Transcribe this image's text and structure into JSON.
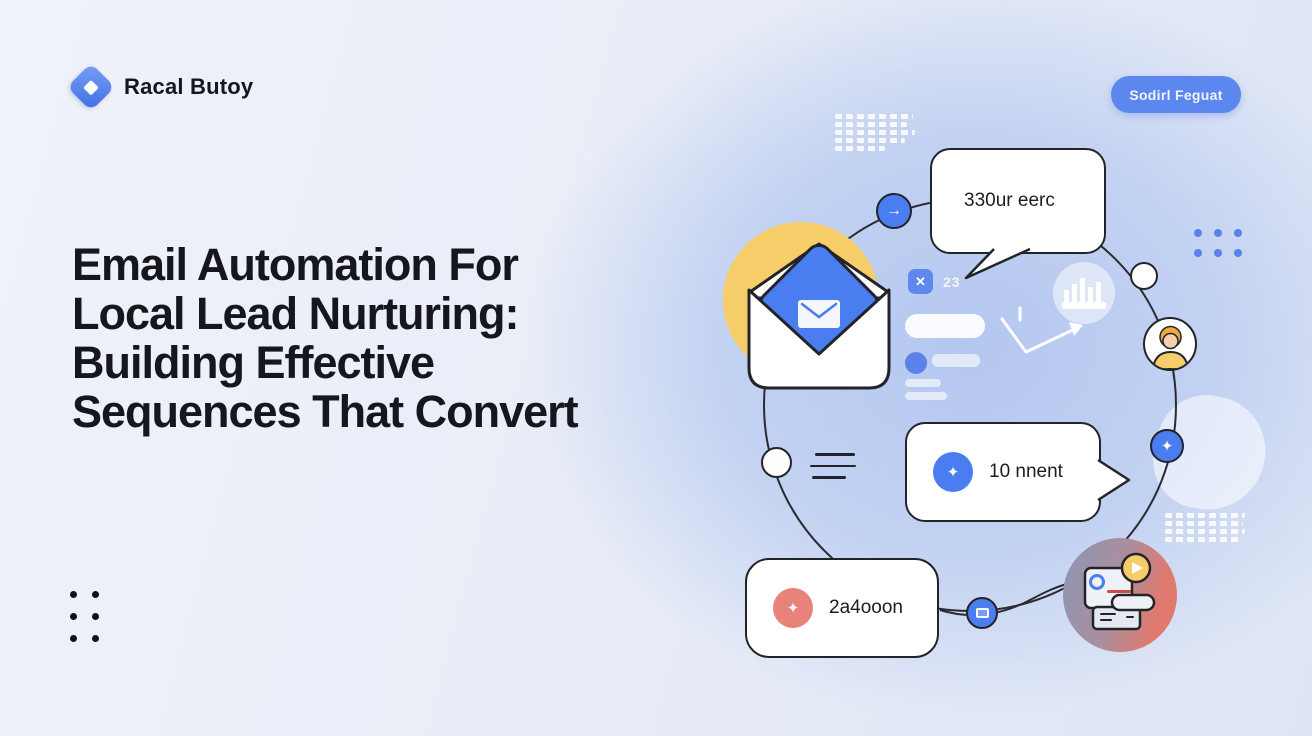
{
  "header": {
    "logo": {
      "text": "Racal Butoy",
      "icon": "diamond-logo-icon"
    },
    "cta": {
      "label": "Sodirl Feguat"
    }
  },
  "hero": {
    "title": "Email Automation For Local Lead Nurturing: Building Effective Sequences That Convert"
  },
  "illustration": {
    "bubble_top": {
      "text": "330ur eerc"
    },
    "bubble_middle": {
      "text": "10 nnent",
      "badge_icon": "diamond-sparkle-icon"
    },
    "card_bottom": {
      "text": "2a4ooon",
      "badge_icon": "diamond-sparkle-icon"
    },
    "x_widget": {
      "label": "✕",
      "count": "23"
    }
  },
  "icons": {
    "arrow_right": "→",
    "sparkle": "✦",
    "plus": "✦"
  },
  "colors": {
    "accent_blue": "#4a7df0",
    "button_blue": "#5b87ee",
    "yellow": "#f6cd68",
    "salmon": "#e8837a",
    "ink": "#1b1d22"
  }
}
